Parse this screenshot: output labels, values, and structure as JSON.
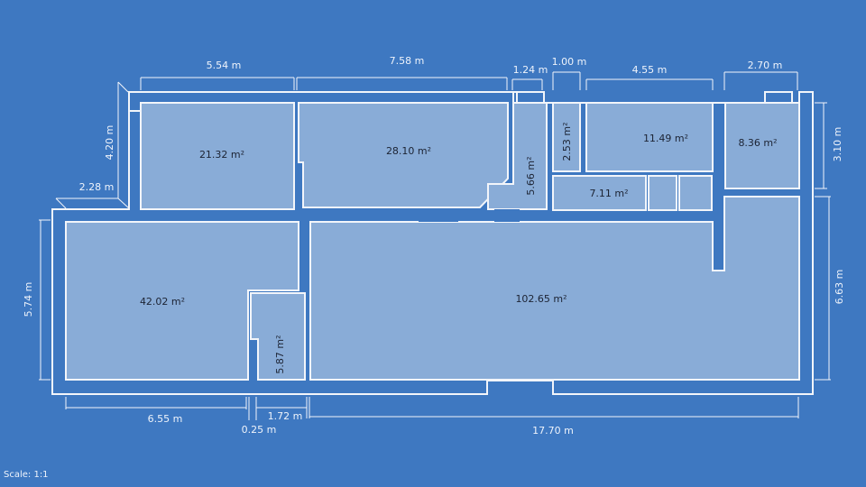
{
  "rooms": {
    "r1": "21.32 m²",
    "r2": "28.10 m²",
    "r3": "5.66 m²",
    "r4": "2.53 m²",
    "r5": "11.49 m²",
    "r6": "8.36 m²",
    "r7": "7.11 m²",
    "r8": "42.02 m²",
    "r9": "5.87 m²",
    "r10": "102.65 m²"
  },
  "dimensions": {
    "top1": "5.54 m",
    "top2": "7.58 m",
    "top3": "1.24 m",
    "top4": "1.00 m",
    "top5": "4.55 m",
    "top6": "2.70 m",
    "left1": "4.20 m",
    "left2": "2.28 m",
    "left3": "5.74 m",
    "right1": "3.10 m",
    "right2": "6.63 m",
    "bottom1": "6.55 m",
    "bottom2": "0.25 m",
    "bottom3": "1.72 m",
    "bottom4": "17.70 m"
  },
  "scale_label": "Scale: 1:1"
}
